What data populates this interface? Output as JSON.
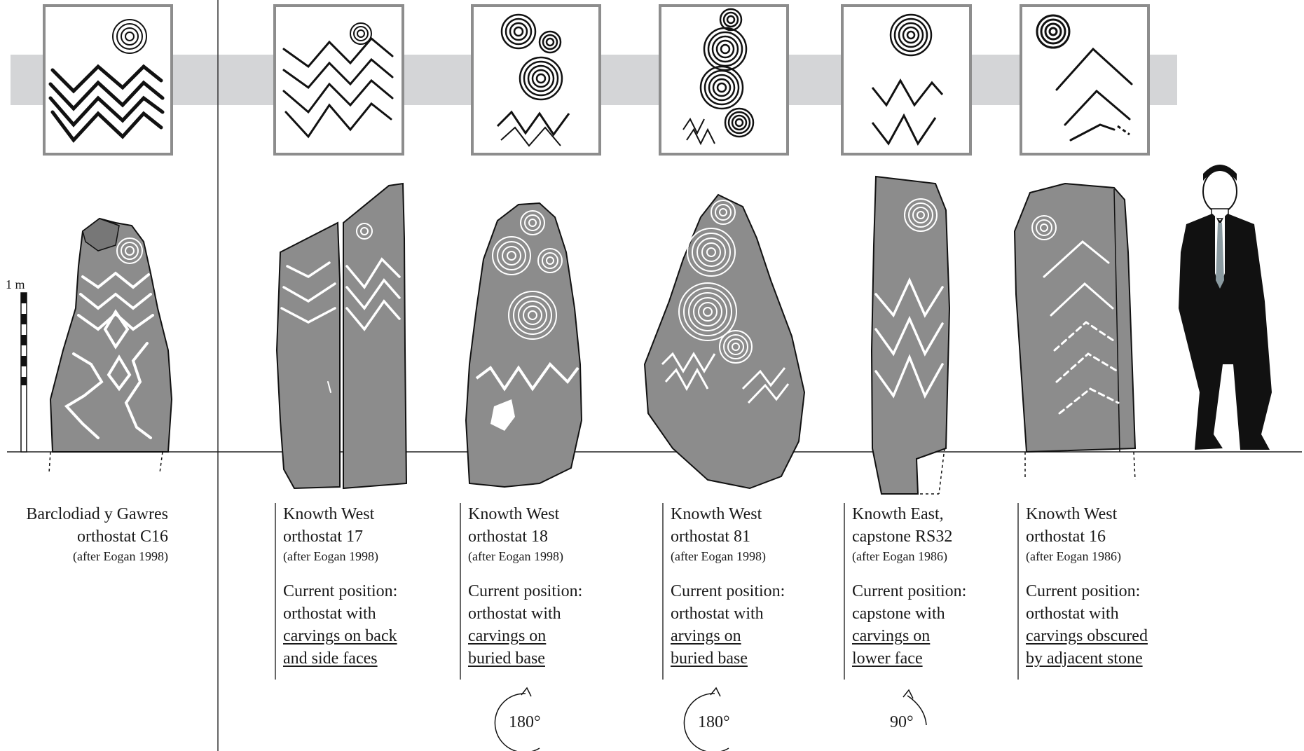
{
  "scale": {
    "label": "1 m"
  },
  "stones": [
    {
      "id": "c16",
      "title_lines": [
        "Barclodiad y Gawres",
        "orthostat C16"
      ],
      "source": "(after Eogan 1998)",
      "position_label": "",
      "position_lines": [],
      "rotation": ""
    },
    {
      "id": "kw17",
      "title_lines": [
        "Knowth West",
        "orthostat 17"
      ],
      "source": "(after Eogan 1998)",
      "position_label": "Current position:",
      "position_lines": [
        "orthostat with",
        "carvings on back",
        "and side faces"
      ],
      "rotation": ""
    },
    {
      "id": "kw18",
      "title_lines": [
        "Knowth West",
        "orthostat 18"
      ],
      "source": "(after Eogan 1998)",
      "position_label": "Current position:",
      "position_lines": [
        "orthostat with",
        "carvings on",
        "buried base"
      ],
      "rotation": "180°"
    },
    {
      "id": "kw81",
      "title_lines": [
        "Knowth West",
        "orthostat 81"
      ],
      "source": "(after Eogan 1998)",
      "position_label": "Current position:",
      "position_lines": [
        "orthostat with",
        "arvings on",
        "buried base"
      ],
      "rotation": "180°"
    },
    {
      "id": "ke32",
      "title_lines": [
        "Knowth East,",
        "capstone RS32"
      ],
      "source": "(after Eogan 1986)",
      "position_label": "Current position:",
      "position_lines": [
        "capstone with",
        "carvings on",
        "lower face"
      ],
      "rotation": "90°"
    },
    {
      "id": "kw16",
      "title_lines": [
        "Knowth West",
        "orthostat 16"
      ],
      "source": "(after Eogan 1986)",
      "position_label": "Current position:",
      "position_lines": [
        "orthostat with",
        "carvings obscured",
        "by adjacent stone"
      ],
      "rotation": ""
    }
  ],
  "colors": {
    "stone": "#8c8c8c",
    "band": "#d4d5d7",
    "ink": "#1a1a1a",
    "carving": "#ffffff"
  }
}
